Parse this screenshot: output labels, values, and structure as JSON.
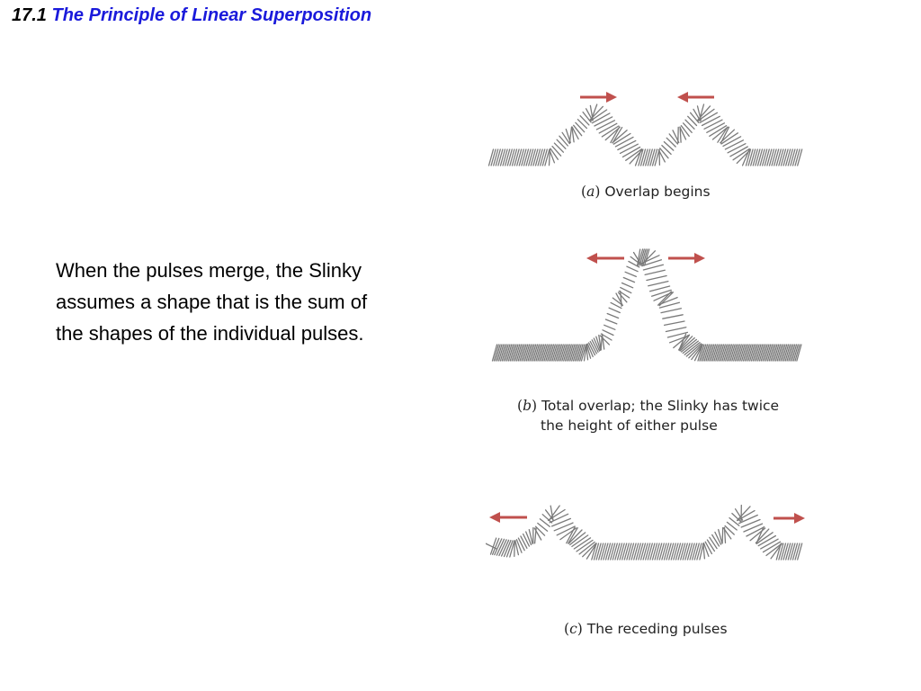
{
  "header": {
    "section_number": "17.1",
    "section_title": "The Principle of Linear Superposition"
  },
  "body": {
    "lines": [
      "When the pulses merge, the Slinky",
      "assumes a shape that is the sum of",
      "the shapes of the individual pulses."
    ]
  },
  "figures": [
    {
      "id": "a",
      "letter": "a",
      "caption_lines": [
        "Overlap begins"
      ],
      "arrows": [
        "right",
        "left"
      ],
      "arrow_color": "#c0504d",
      "coil_color": "#7a7a7a"
    },
    {
      "id": "b",
      "letter": "b",
      "caption_lines": [
        "Total overlap; the Slinky has twice",
        "the height of either pulse"
      ],
      "arrows": [
        "left",
        "right"
      ],
      "arrow_color": "#c0504d",
      "coil_color": "#7a7a7a"
    },
    {
      "id": "c",
      "letter": "c",
      "caption_lines": [
        "The receding pulses"
      ],
      "arrows": [
        "left",
        "right"
      ],
      "arrow_color": "#c0504d",
      "coil_color": "#7a7a7a"
    }
  ]
}
